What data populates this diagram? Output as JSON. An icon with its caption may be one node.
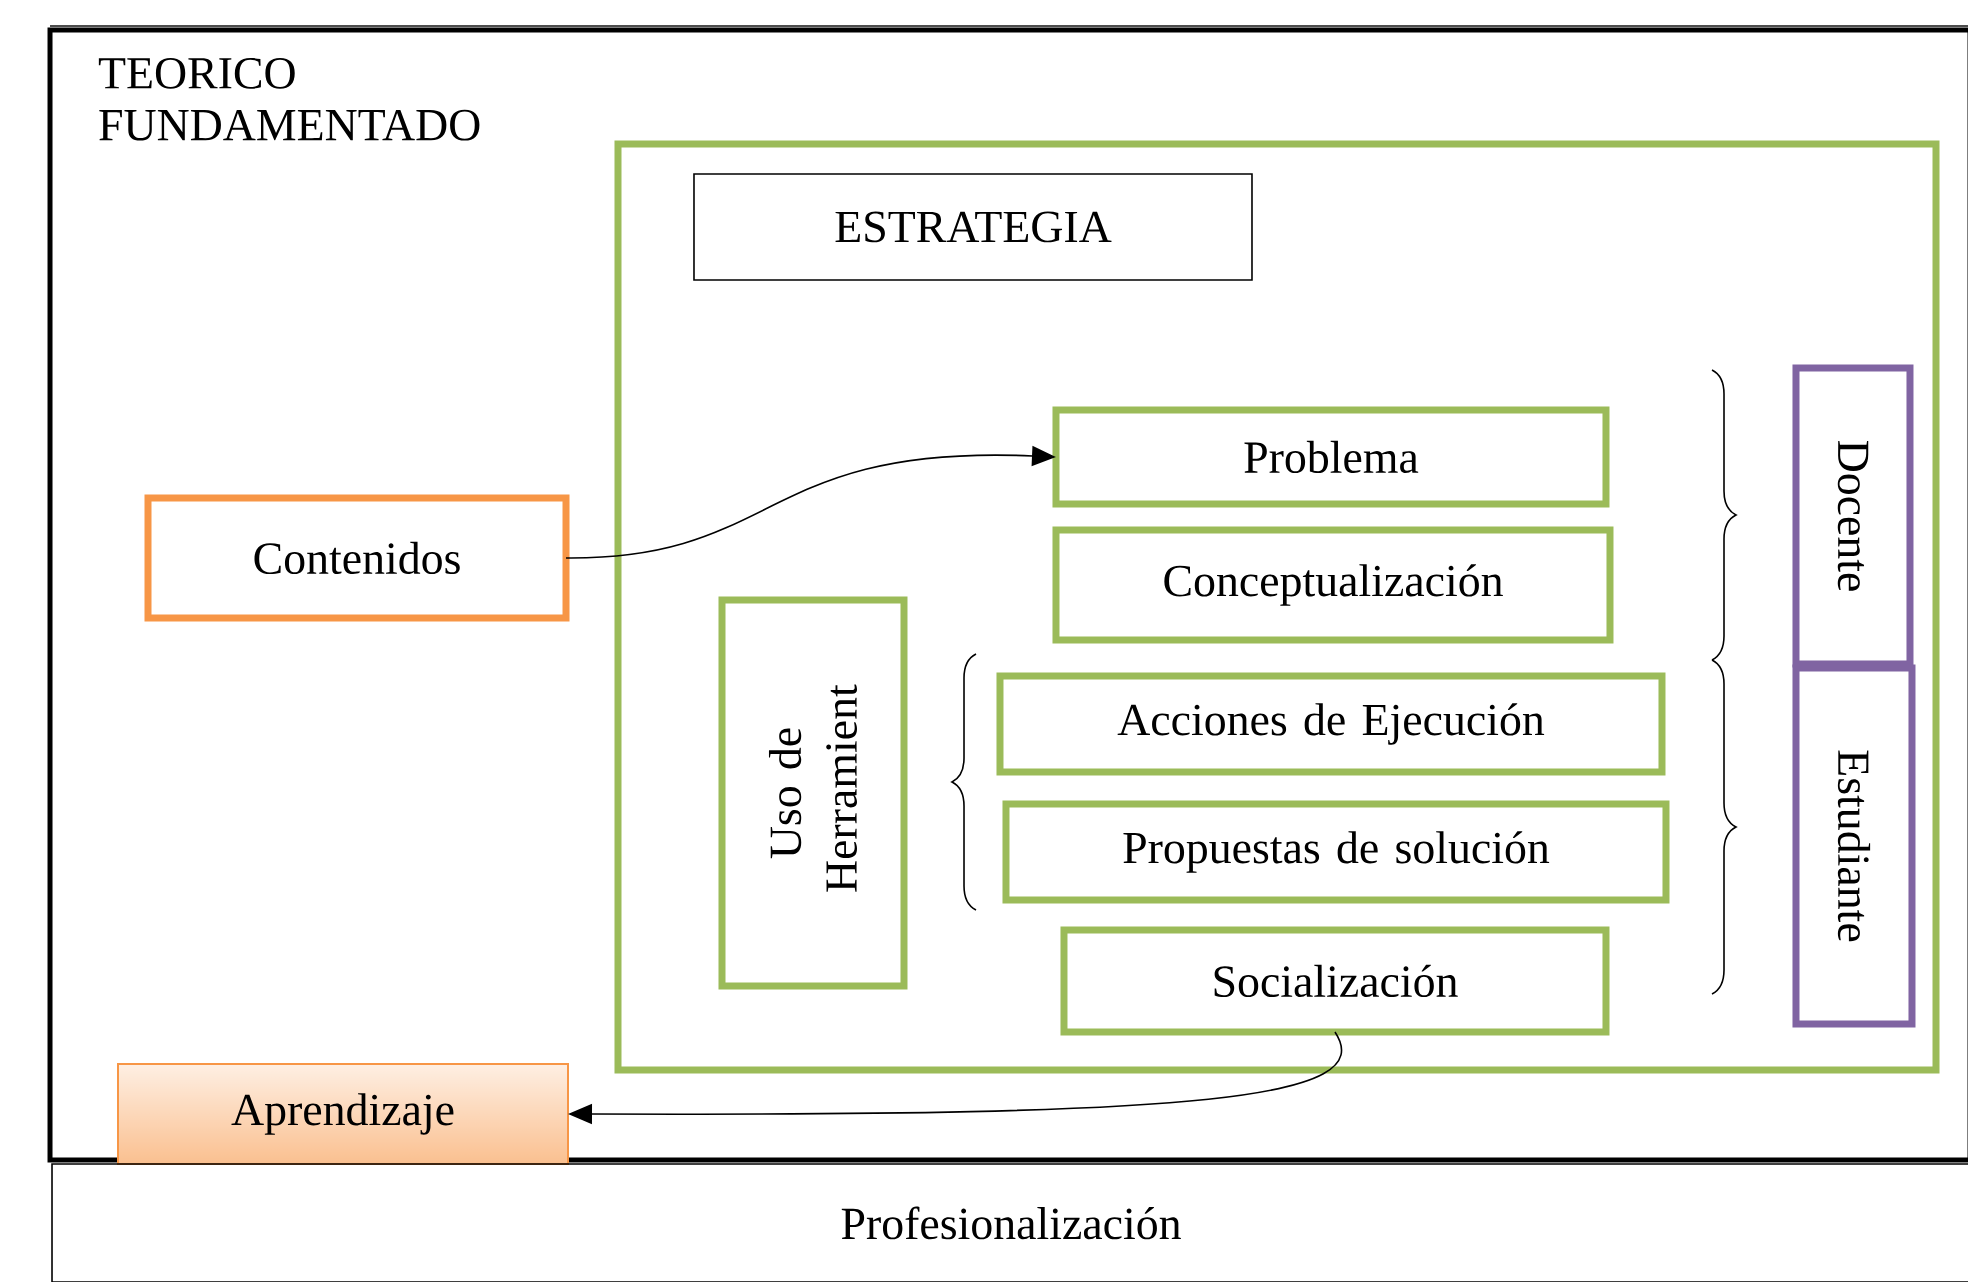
{
  "diagram": {
    "nodes": [
      {
        "text": [
          "TEORICO FUNDAMENTADO"
        ]
      },
      {
        "text": [],
        "shape": "box",
        "in": 0
      },
      {
        "text": [
          "ESTRATEGIA"
        ],
        "in": 1
      },
      {
        "text": [
          "Contenidos"
        ],
        "in": 0
      },
      {
        "text": [
          "Problema"
        ],
        "in": 1
      },
      {
        "text": [
          "Conceptualización"
        ],
        "in": 1
      },
      {
        "text": [
          "Uso de Herramient"
        ],
        "in": 1
      },
      {
        "text": [
          "Acciones de Ejecución"
        ],
        "in": 1
      },
      {
        "text": [
          "Propuestas de solución"
        ],
        "in": 1
      },
      {
        "text": [
          "Socialización"
        ],
        "in": 1
      },
      {
        "text": [
          "Docente"
        ],
        "in": 1
      },
      {
        "text": [
          "Estudiante"
        ],
        "in": 1
      },
      {
        "text": [
          "Aprendizaje"
        ],
        "in": 0
      },
      {
        "text": [
          "Profesionalización"
        ]
      }
    ],
    "edges": [
      {
        "from": 3,
        "to": 4,
        "arrow": "to"
      },
      {
        "from": 9,
        "to": 12,
        "arrow": "to"
      }
    ]
  }
}
